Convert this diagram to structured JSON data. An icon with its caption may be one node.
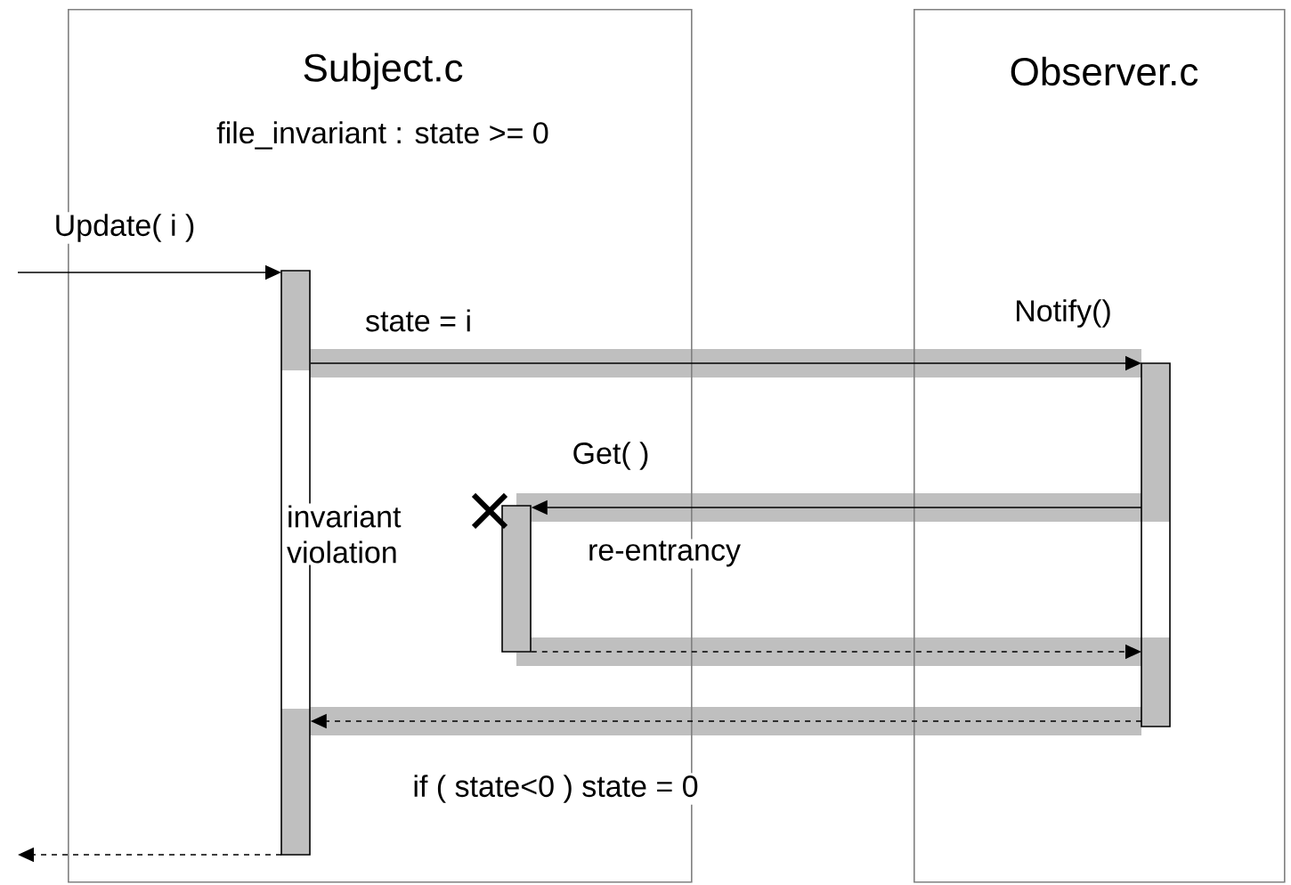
{
  "diagram": {
    "nodes": [
      {
        "text": [
          "Subject.c",
          "file_invariant : state >= 0"
        ]
      },
      {
        "text": [
          "Observer.c"
        ]
      },
      {
        "text": [],
        "shape": "bar",
        "in": 0
      },
      {
        "text": [],
        "shape": "bar",
        "in": 1
      },
      {
        "text": [],
        "shape": "bar",
        "in": 0
      }
    ],
    "edges": [
      {
        "from": null,
        "to": 2,
        "arrow": "to",
        "label": "Update( i )"
      },
      {
        "from": 2,
        "to": 3,
        "arrow": "to",
        "label": "Notify()"
      },
      {
        "from": 3,
        "to": 4,
        "arrow": "to",
        "label": "Get( )"
      },
      {
        "from": 4,
        "to": 3,
        "arrow": "to",
        "style": "dashed"
      },
      {
        "from": 3,
        "to": 2,
        "arrow": "to",
        "style": "dashed"
      },
      {
        "from": 2,
        "to": null,
        "arrow": "to",
        "style": "dashed"
      }
    ],
    "labels": [
      "state = i",
      "invariant violation",
      "re-entrancy",
      "if ( state<0 ) state = 0"
    ]
  }
}
